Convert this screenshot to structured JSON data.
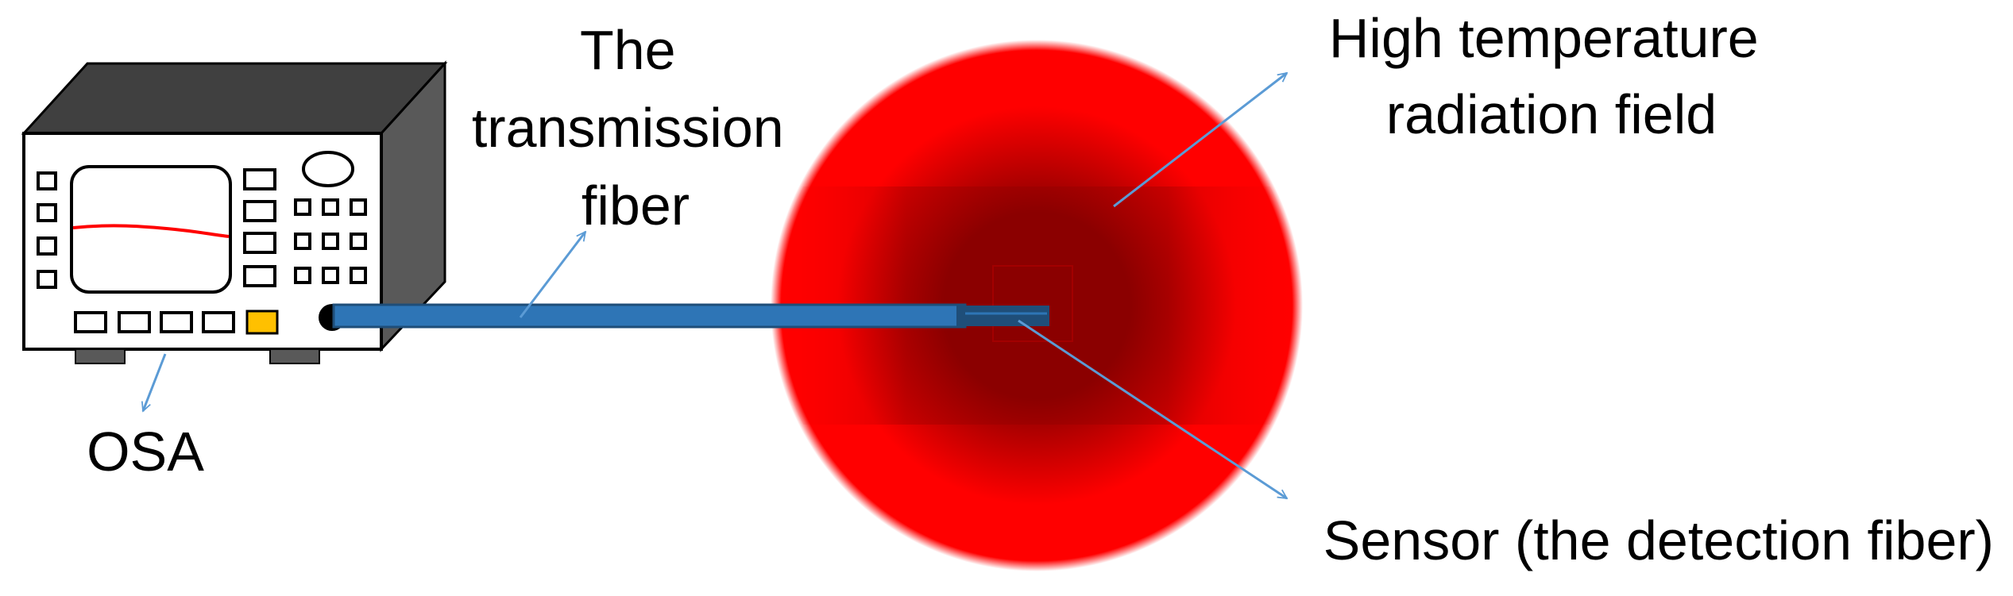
{
  "labels": {
    "osa": "OSA",
    "transmission_fiber": [
      "The",
      "transmission",
      "fiber"
    ],
    "radiation_field": [
      "High temperature",
      "radiation field"
    ],
    "sensor": "Sensor (the detection fiber)"
  },
  "colors": {
    "radiation_edge": "#ff0000",
    "radiation_core": "#8b0000",
    "fiber": "#2e75b6",
    "fiber_outline": "#1f4e79",
    "leader_arrow": "#5b9bd5",
    "device_body": "#ffffff",
    "device_side": "#595959",
    "device_top": "#404040",
    "screen_trace": "#ff0000",
    "indicator": "#ffc000"
  },
  "icons": {
    "device": "osa-device-icon",
    "field": "radiation-field-icon"
  }
}
